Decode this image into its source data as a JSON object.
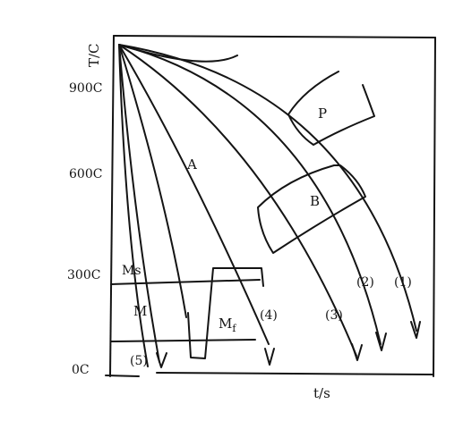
{
  "y_axis": {
    "label": "T/C",
    "ticks": [
      "900C",
      "600C",
      "300C",
      "0C"
    ]
  },
  "x_axis": {
    "label": "t/s"
  },
  "regions": {
    "austenite": "A",
    "pearlite": "P",
    "bainite": "B",
    "martensite": "M"
  },
  "lines": {
    "ms": "Ms",
    "mf_main": "M",
    "mf_sub": "f"
  },
  "curves": [
    "(1)",
    "(2)",
    "(3)",
    "(4)",
    "(5)"
  ],
  "colors": {
    "ink": "#141414",
    "background": "#ffffff"
  }
}
